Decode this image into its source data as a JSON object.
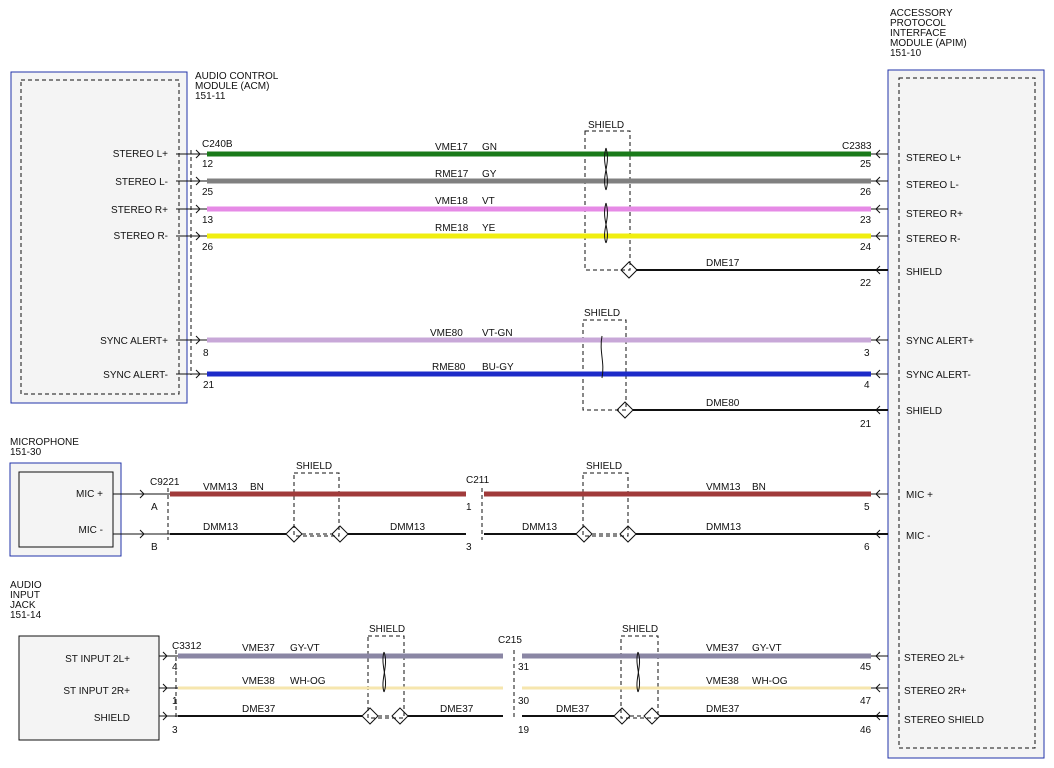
{
  "modules": {
    "acm": {
      "title": [
        "AUDIO CONTROL",
        "MODULE (ACM)",
        "151-11"
      ],
      "pins": [
        "STEREO L+",
        "STEREO L-",
        "STEREO R+",
        "STEREO R-",
        "SYNC ALERT+",
        "SYNC ALERT-"
      ]
    },
    "apim": {
      "title": [
        "ACCESSORY",
        "PROTOCOL",
        "INTERFACE",
        "MODULE (APIM)",
        "151-10"
      ],
      "pins": [
        "STEREO L+",
        "STEREO L-",
        "STEREO R+",
        "STEREO R-",
        "SHIELD",
        "SYNC ALERT+",
        "SYNC ALERT-",
        "SHIELD",
        "MIC +",
        "MIC -",
        "STEREO 2L+",
        "STEREO 2R+",
        "STEREO SHIELD"
      ]
    },
    "mic": {
      "title": [
        "MICROPHONE",
        "151-30"
      ],
      "pins": [
        "MIC +",
        "MIC -"
      ]
    },
    "jack": {
      "title": [
        "AUDIO",
        "INPUT",
        "JACK",
        "151-14"
      ],
      "pins": [
        "ST INPUT 2L+",
        "ST INPUT 2R+",
        "SHIELD"
      ]
    }
  },
  "connectors": [
    "C240B",
    "C2383",
    "C9221",
    "C211",
    "C3312",
    "C215"
  ],
  "shield_label": "SHIELD",
  "wires": [
    {
      "circuit": "VME17",
      "color": "GN",
      "hex": "#1a7a1a",
      "pin_left": "12",
      "pin_right": "25"
    },
    {
      "circuit": "RME17",
      "color": "GY",
      "hex": "#808080",
      "pin_left": "25",
      "pin_right": "26"
    },
    {
      "circuit": "VME18",
      "color": "VT",
      "hex": "#e68ae6",
      "pin_left": "13",
      "pin_right": "23"
    },
    {
      "circuit": "RME18",
      "color": "YE",
      "hex": "#f0ee10",
      "pin_left": "26",
      "pin_right": "24"
    },
    {
      "circuit": "DME17",
      "pin_right": "22"
    },
    {
      "circuit": "VME80",
      "color": "VT-GN",
      "hex": "#c8a8d8",
      "pin_left": "8",
      "pin_right": "3"
    },
    {
      "circuit": "RME80",
      "color": "BU-GY",
      "hex": "#1d2bc8",
      "pin_left": "21",
      "pin_right": "4"
    },
    {
      "circuit": "DME80",
      "pin_right": "21"
    },
    {
      "circuit": "VMM13",
      "color": "BN",
      "hex": "#a03a3a",
      "pin_a": "A",
      "pin_b": "1",
      "pin_right": "5"
    },
    {
      "circuit": "DMM13",
      "pin_a": "B",
      "pin_b": "3",
      "pin_right": "6"
    },
    {
      "circuit": "VME37",
      "color": "GY-VT",
      "hex": "#8a86a4",
      "pin_a": "4",
      "pin_b": "31",
      "pin_right": "45"
    },
    {
      "circuit": "VME38",
      "color": "WH-OG",
      "hex": "#f6e6ae",
      "pin_a": "1",
      "pin_b": "30",
      "pin_right": "47"
    },
    {
      "circuit": "DME37",
      "pin_a": "3",
      "pin_b": "19",
      "pin_right": "46"
    }
  ]
}
